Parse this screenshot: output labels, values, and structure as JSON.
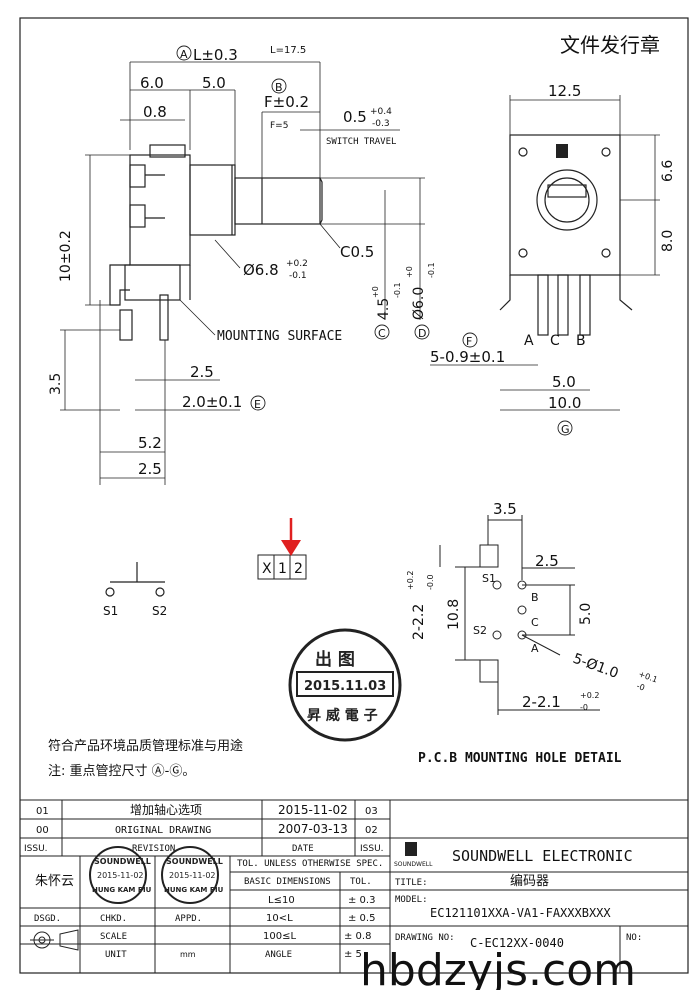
{
  "header": {
    "doc_stamp": "文件发行章"
  },
  "dims": {
    "L": "L±0.3",
    "L_circ": "A",
    "L_note": "L=17.5",
    "d6_0": "6.0",
    "d5_0": "5.0",
    "d0_8": "0.8",
    "F": "F±0.2",
    "F_circ": "B",
    "F_note": "F=5",
    "travel": "0.5",
    "travel_up": "+0.4",
    "travel_dn": "-0.3",
    "switch_travel": "SWITCH TRAVEL",
    "h10": "10±0.2",
    "phi68": "Ø6.8",
    "phi68_up": "+0.2",
    "phi68_dn": "-0.1",
    "c05": "C0.5",
    "d45": "4.5",
    "d45_up": "+0",
    "d45_dn": "-0.1",
    "d45_circ": "C",
    "phi60": "Ø6.0",
    "phi60_up": "+0",
    "phi60_dn": "-0.1",
    "phi60_circ": "D",
    "mounting": "MOUNTING SURFACE",
    "d3_5": "3.5",
    "d2_5a": "2.5",
    "d2_0": "2.0±0.1",
    "d2_0_circ": "E",
    "d5_2": "5.2",
    "d2_5b": "2.5",
    "w12_5": "12.5",
    "h6_6": "6.6",
    "h8_0": "8.0",
    "f_circ": "F",
    "pins": "5-0.9±0.1",
    "pin_a": "A",
    "pin_c": "C",
    "pin_b": "B",
    "w5_0": "5.0",
    "w10_0": "10.0",
    "g_circ": "G"
  },
  "switch": {
    "s1": "S1",
    "s2": "S2"
  },
  "marker": {
    "x": "X",
    "one": "1",
    "two": "2"
  },
  "pcb": {
    "d3_5": "3.5",
    "d2_5": "2.5",
    "d5_0": "5.0",
    "d10_8": "10.8",
    "d22": "2-2.2",
    "d22_up": "+0.2",
    "d22_dn": "-0.0",
    "s1": "S1",
    "s2": "S2",
    "b": "B",
    "c": "C",
    "a": "A",
    "hole10": "5-Ø1.0",
    "hole10_up": "+0.1",
    "hole10_dn": "-0",
    "d21": "2-2.1",
    "d21_up": "+0.2",
    "d21_dn": "-0",
    "title": "P.C.B MOUNTING HOLE DETAIL"
  },
  "stamp": {
    "top": "出 图",
    "date": "2015.11.03",
    "bottom": "昇 威 電 子"
  },
  "notes": {
    "line1": "符合产品环境品质管理标准与用途",
    "line2": "注: 重点管控尺寸 Ⓐ-Ⓖ。"
  },
  "titleblock": {
    "rev1_no": "01",
    "rev1_desc": "增加轴心选项",
    "rev1_date": "2015-11-02",
    "rev1_r": "03",
    "rev0_no": "00",
    "rev0_desc": "ORIGINAL DRAWING",
    "rev0_date": "2007-03-13",
    "rev0_r": "02",
    "issu": "ISSU.",
    "revision": "REVISION",
    "date": "DATE",
    "issu2": "ISSU.",
    "company": "SOUNDWELL  ELECTRONIC",
    "logo_text": "SOUNDWELL",
    "tol_title": "TOL. UNLESS OTHERWISE SPEC.",
    "basic_dim": "BASIC DIMENSIONS",
    "tol": "TOL.",
    "r1a": "L≤10",
    "r1b": "± 0.3",
    "r2a": "10<L",
    "r2b": "± 0.5",
    "r3a": "100≤L",
    "r3b": "± 0.8",
    "angle": "ANGLE",
    "angle_v": "± 5",
    "title_lbl": "TITLE:",
    "title_v": "编码器",
    "model_lbl": "MODEL:",
    "model_v": "EC121101XXA-VA1-FAXXXBXXX",
    "drawing_lbl": "DRAWING NO:",
    "drawing_v": "C-EC12XX-0040",
    "no_lbl": "NO:",
    "designer": "朱怀云",
    "dsgd": "DSGD.",
    "chkd": "CHKD.",
    "appd": "APPD.",
    "scale": "SCALE",
    "unit": "UNIT",
    "unit_v": "mm",
    "seal_top": "SOUNDWELL",
    "seal_date": "2015-11-02",
    "seal_name": "HUNG KAM PIU"
  },
  "watermark": "hbdzyjs.com"
}
